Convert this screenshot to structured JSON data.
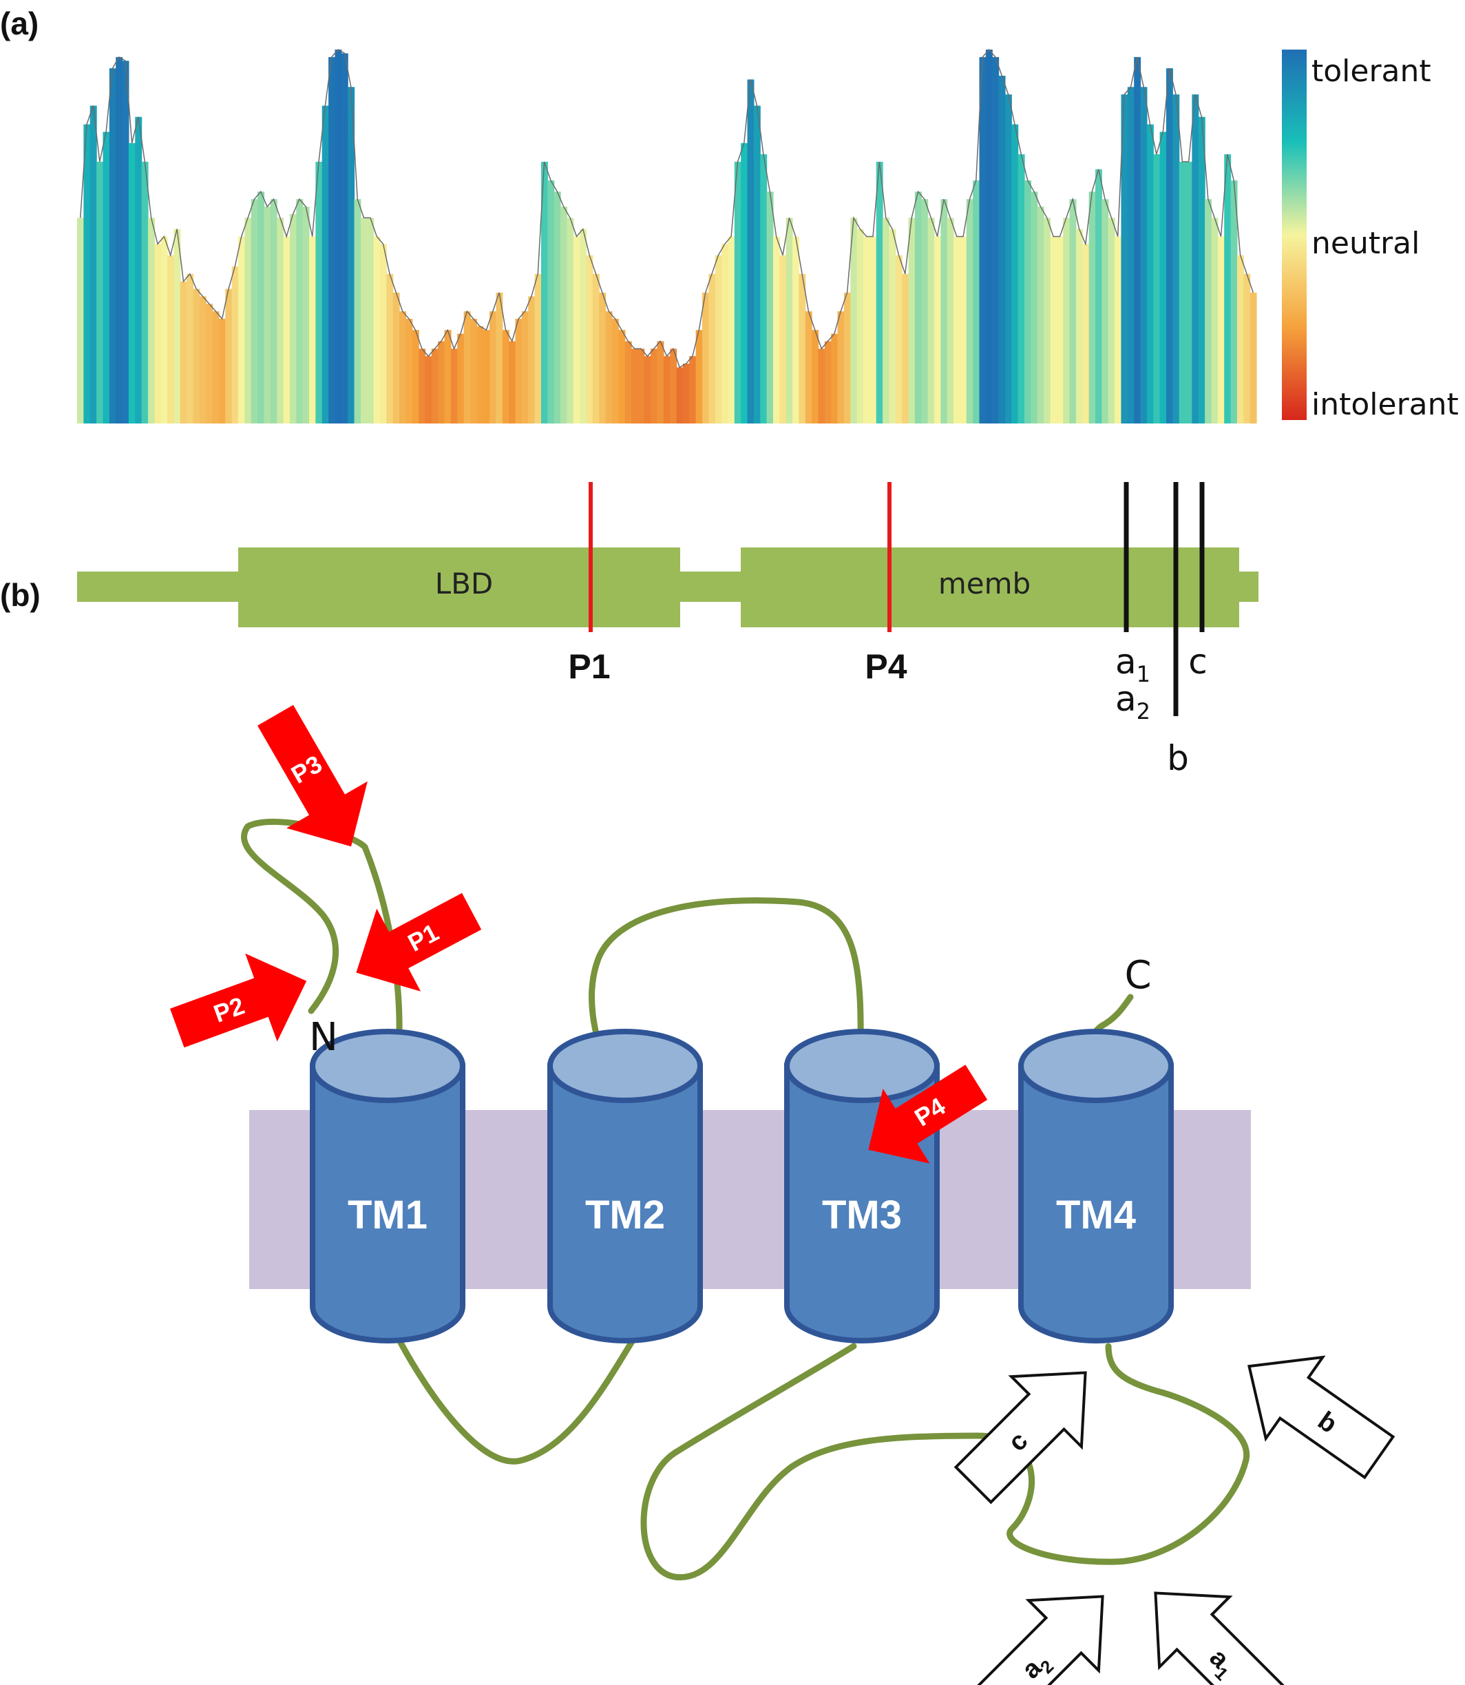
{
  "panels": {
    "a_label": "(a)",
    "b_label": "(b)"
  },
  "profile": {
    "legend": {
      "top": "tolerant",
      "middle": "neutral",
      "bottom": "intolerant"
    },
    "colors": {
      "tolerant": "#1f77b4",
      "mid_teal": "#17bebb",
      "neutral": "#f5f2a0",
      "orange": "#f5a340",
      "intolerant": "#d62a1e"
    },
    "tolerance_scores": [
      0.55,
      0.8,
      0.85,
      0.7,
      0.78,
      0.95,
      0.98,
      0.97,
      0.75,
      0.82,
      0.7,
      0.55,
      0.48,
      0.5,
      0.45,
      0.52,
      0.38,
      0.4,
      0.36,
      0.34,
      0.32,
      0.3,
      0.28,
      0.36,
      0.42,
      0.5,
      0.55,
      0.6,
      0.62,
      0.58,
      0.6,
      0.55,
      0.5,
      0.56,
      0.6,
      0.58,
      0.5,
      0.7,
      0.85,
      0.98,
      1.0,
      0.99,
      0.9,
      0.6,
      0.55,
      0.55,
      0.5,
      0.48,
      0.4,
      0.35,
      0.3,
      0.28,
      0.25,
      0.2,
      0.18,
      0.2,
      0.22,
      0.25,
      0.2,
      0.24,
      0.3,
      0.28,
      0.26,
      0.25,
      0.3,
      0.35,
      0.25,
      0.22,
      0.28,
      0.3,
      0.34,
      0.4,
      0.7,
      0.65,
      0.62,
      0.58,
      0.55,
      0.5,
      0.52,
      0.45,
      0.4,
      0.35,
      0.3,
      0.28,
      0.25,
      0.22,
      0.2,
      0.2,
      0.18,
      0.2,
      0.22,
      0.18,
      0.2,
      0.15,
      0.16,
      0.18,
      0.25,
      0.35,
      0.4,
      0.45,
      0.48,
      0.5,
      0.7,
      0.75,
      0.92,
      0.85,
      0.72,
      0.62,
      0.5,
      0.45,
      0.55,
      0.5,
      0.4,
      0.3,
      0.25,
      0.2,
      0.22,
      0.24,
      0.3,
      0.35,
      0.55,
      0.52,
      0.5,
      0.5,
      0.7,
      0.55,
      0.52,
      0.45,
      0.4,
      0.55,
      0.62,
      0.6,
      0.55,
      0.5,
      0.6,
      0.55,
      0.5,
      0.5,
      0.6,
      0.65,
      0.98,
      1.0,
      0.98,
      0.93,
      0.88,
      0.8,
      0.72,
      0.65,
      0.62,
      0.58,
      0.55,
      0.5,
      0.5,
      0.55,
      0.6,
      0.52,
      0.48,
      0.62,
      0.68,
      0.6,
      0.55,
      0.5,
      0.88,
      0.9,
      0.98,
      0.9,
      0.8,
      0.72,
      0.78,
      0.95,
      0.88,
      0.7,
      0.7,
      0.88,
      0.82,
      0.6,
      0.55,
      0.5,
      0.72,
      0.65,
      0.45,
      0.4,
      0.35
    ]
  },
  "domain_bar": {
    "domains": [
      {
        "label": "LBD"
      },
      {
        "label": "memb"
      }
    ],
    "red_sites": [
      {
        "label": "P1"
      },
      {
        "label": "P4"
      }
    ],
    "black_sites": [
      {
        "label": "a",
        "sub": "1",
        "label2": "a",
        "sub2": "2"
      },
      {
        "label": "b"
      },
      {
        "label": "c"
      }
    ],
    "fill_color": "#9bbb59"
  },
  "topology": {
    "helices": [
      {
        "label": "TM1"
      },
      {
        "label": "TM2"
      },
      {
        "label": "TM3"
      },
      {
        "label": "TM4"
      }
    ],
    "n_terminus": "N",
    "c_terminus": "C",
    "red_arrows": [
      {
        "label": "P1"
      },
      {
        "label": "P2"
      },
      {
        "label": "P3"
      },
      {
        "label": "P4"
      }
    ],
    "white_arrows": [
      {
        "label": "c"
      },
      {
        "label": "b"
      },
      {
        "label": "a",
        "sub": "2"
      },
      {
        "label": "a",
        "sub": "1"
      }
    ],
    "colors": {
      "helix": "#4f81bd",
      "helix_top": "#95b3d7",
      "helix_edge": "#2f5597",
      "membrane": "#ccc1da",
      "loop": "#77933c",
      "red_arrow": "#ff0000"
    }
  }
}
